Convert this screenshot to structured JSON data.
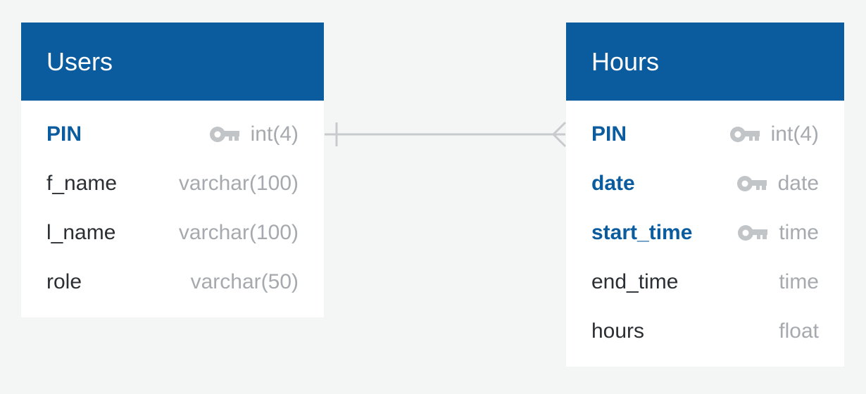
{
  "tables": {
    "users": {
      "name": "Users",
      "columns": [
        {
          "name": "PIN",
          "type": "int(4)",
          "primary_key": true
        },
        {
          "name": "f_name",
          "type": "varchar(100)",
          "primary_key": false
        },
        {
          "name": "l_name",
          "type": "varchar(100)",
          "primary_key": false
        },
        {
          "name": "role",
          "type": "varchar(50)",
          "primary_key": false
        }
      ]
    },
    "hours": {
      "name": "Hours",
      "columns": [
        {
          "name": "PIN",
          "type": "int(4)",
          "primary_key": true
        },
        {
          "name": "date",
          "type": "date",
          "primary_key": true
        },
        {
          "name": "start_time",
          "type": "time",
          "primary_key": true
        },
        {
          "name": "end_time",
          "type": "time",
          "primary_key": false
        },
        {
          "name": "hours",
          "type": "float",
          "primary_key": false
        }
      ]
    }
  },
  "relationship": {
    "from": "Users.PIN",
    "to": "Hours.PIN",
    "cardinality": "one-to-many"
  },
  "colors": {
    "header": "#0b5c9f",
    "primary_key_text": "#0b5c9f",
    "column_text": "#2b2f33",
    "type_text": "#a6aaae",
    "key_icon": "#c2c5c8",
    "connector": "#c8cbcd",
    "background": "#f4f5f5"
  },
  "icons": {
    "primary_key": "key-icon"
  }
}
